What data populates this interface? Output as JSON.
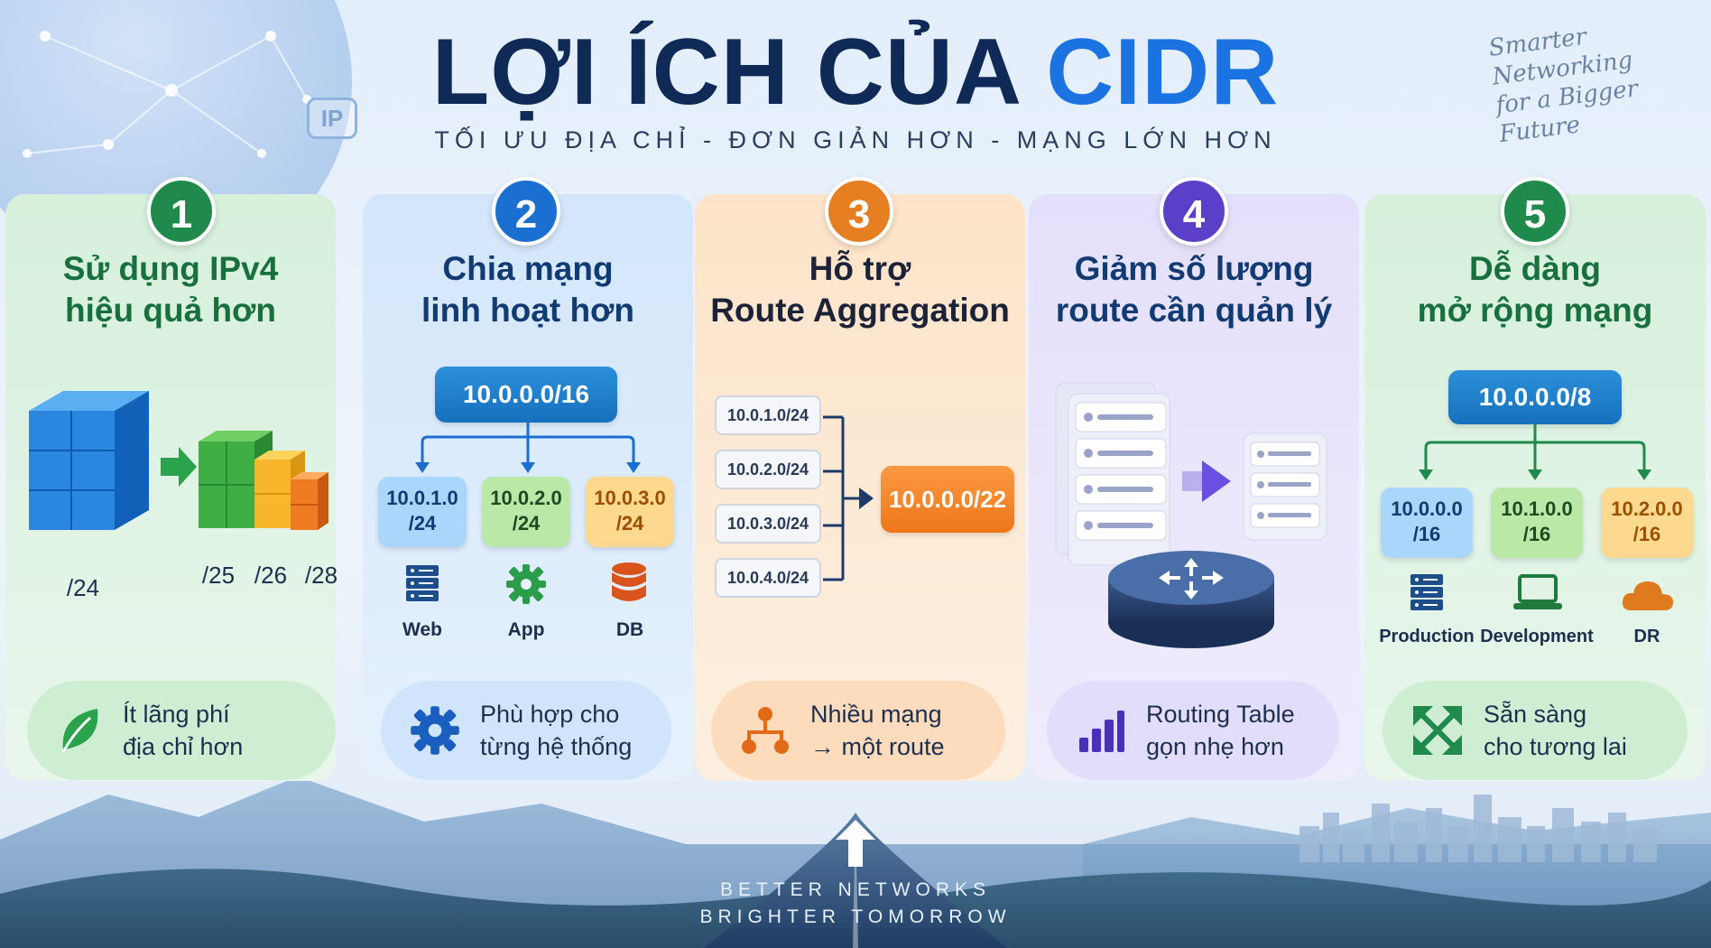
{
  "header": {
    "title_main": "LỢI ÍCH CỦA",
    "title_accent": "CIDR",
    "subtitle": "TỐI ƯU ĐỊA CHỈ - ĐƠN GIẢN HƠN - MẠNG LỚN HƠN",
    "tagline": [
      "Smarter",
      "Networking",
      "for a Bigger Future"
    ],
    "ip_badge": "IP"
  },
  "colors": {
    "green": "#1f8a4c",
    "blue": "#1a6fd1",
    "orange": "#e67e22",
    "purple": "#5b3fc8",
    "navy": "#0f2a57",
    "accent": "#1a73e0"
  },
  "columns": [
    {
      "number": "1",
      "title": [
        "Sử dụng IPv4",
        "hiệu quả hơn"
      ],
      "labels": [
        "/24",
        "/25",
        "/26",
        "/28"
      ],
      "benefit": [
        "Ít lãng phí",
        "địa chỉ hơn"
      ],
      "benefit_icon": "leaf-icon"
    },
    {
      "number": "2",
      "title": [
        "Chia mạng",
        "linh hoạt hơn"
      ],
      "parent": "10.0.0.0/16",
      "children": [
        {
          "net": "10.0.1.0",
          "mask": "/24",
          "label": "Web",
          "icon": "server-icon"
        },
        {
          "net": "10.0.2.0",
          "mask": "/24",
          "label": "App",
          "icon": "gear-icon"
        },
        {
          "net": "10.0.3.0",
          "mask": "/24",
          "label": "DB",
          "icon": "database-icon"
        }
      ],
      "benefit": [
        "Phù hợp cho",
        "từng hệ thống"
      ],
      "benefit_icon": "gear-icon"
    },
    {
      "number": "3",
      "title": [
        "Hỗ trợ",
        "Route Aggregation"
      ],
      "routes": [
        "10.0.1.0/24",
        "10.0.2.0/24",
        "10.0.3.0/24",
        "10.0.4.0/24"
      ],
      "aggregate": "10.0.0.0/22",
      "benefit": [
        "Nhiều mạng",
        "→ một route"
      ],
      "benefit_icon": "hierarchy-icon"
    },
    {
      "number": "4",
      "title": [
        "Giảm số lượng",
        "route cần quản lý"
      ],
      "benefit": [
        "Routing Table",
        "gọn nhẹ hơn"
      ],
      "benefit_icon": "bar-chart-icon"
    },
    {
      "number": "5",
      "title": [
        "Dễ dàng",
        "mở rộng mạng"
      ],
      "parent": "10.0.0.0/8",
      "children": [
        {
          "net": "10.0.0.0",
          "mask": "/16",
          "label": "Production",
          "icon": "server-icon"
        },
        {
          "net": "10.1.0.0",
          "mask": "/16",
          "label": "Development",
          "icon": "laptop-icon"
        },
        {
          "net": "10.2.0.0",
          "mask": "/16",
          "label": "DR",
          "icon": "cloud-icon"
        }
      ],
      "benefit": [
        "Sẵn sàng",
        "cho tương lai"
      ],
      "benefit_icon": "expand-icon"
    }
  ],
  "footer": [
    "BETTER NETWORKS",
    "BRIGHTER TOMORROW"
  ]
}
